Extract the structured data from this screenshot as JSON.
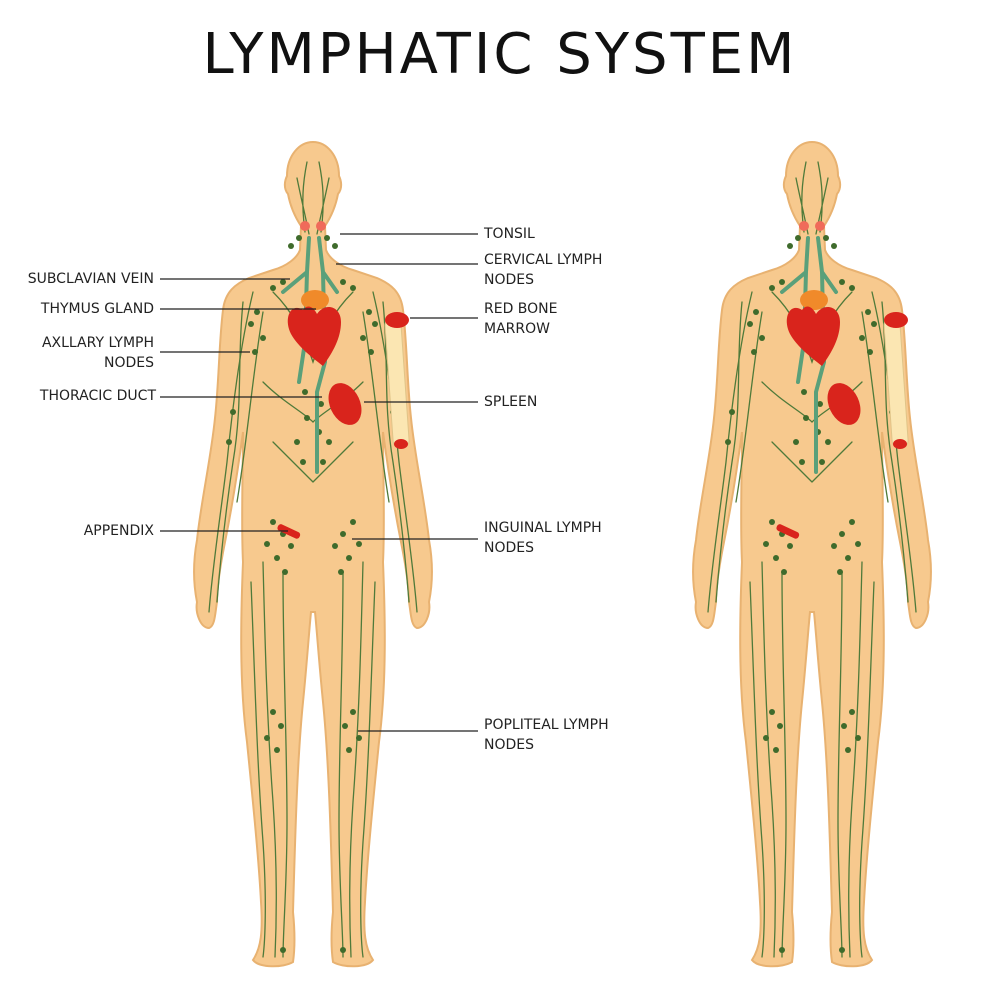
{
  "title": "LYMPHATIC SYSTEM",
  "colors": {
    "skin": "#f7c98e",
    "skin_outline": "#e8b271",
    "vessel": "#4f7a3a",
    "node": "#3f6b2c",
    "duct": "#5aa07a",
    "organ_red": "#d9241c",
    "thymus": "#f08a2a",
    "bone": "#fbe6b2",
    "leader_line": "#222222"
  },
  "labels": {
    "subclavian_vein": "SUBCLAVIAN VEIN",
    "thymus_gland": "THYMUS GLAND",
    "axillary_l1": "AXLLARY LYMPH",
    "axillary_l2": "NODES",
    "thoracic_duct": "THORACIC DUCT",
    "appendix": "APPENDIX",
    "tonsil": "TONSIL",
    "cervical_l1": "CERVICAL LYMPH",
    "cervical_l2": "NODES",
    "red_bone_l1": "RED BONE",
    "red_bone_l2": "MARROW",
    "spleen": "SPLEEN",
    "inguinal_l1": "INGUINAL LYMPH",
    "inguinal_l2": "NODES",
    "popliteal_l1": "POPLITEAL LYMPH",
    "popliteal_l2": "NODES"
  }
}
